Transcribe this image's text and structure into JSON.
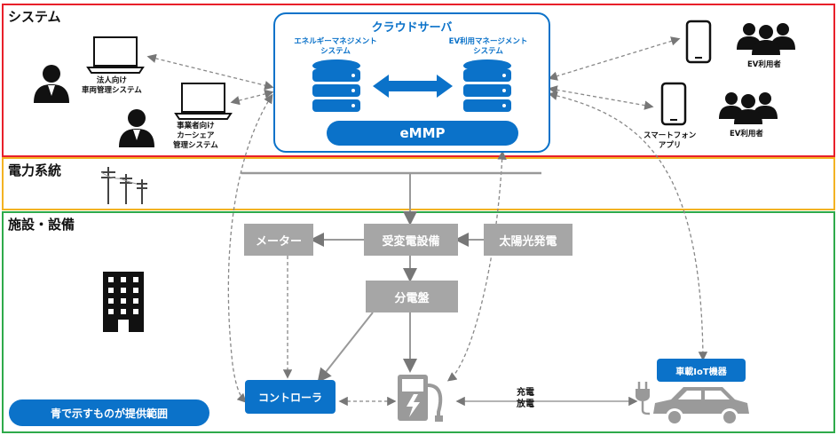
{
  "zones": {
    "system": "システム",
    "grid": "電力系統",
    "facility": "施設・設備"
  },
  "cloud": {
    "title": "クラウドサーバ",
    "ems_label": "エネルギーマネジメント\nシステム",
    "ev_ms_label": "EV利用マネージメント\nシステム",
    "emmp": "eMMP"
  },
  "left_systems": {
    "corporate": "法人向け\n車両管理システム",
    "carshare": "事業者向け\nカーシェア\n管理システム"
  },
  "right_users": {
    "ev_user_top": "EV利用者",
    "ev_user_bottom": "EV利用者",
    "smartphone_app": "スマートフォン\nアプリ"
  },
  "facility": {
    "meter": "メーター",
    "substation": "受変電設備",
    "solar": "太陽光発電",
    "distribution": "分電盤",
    "controller": "コントローラ",
    "iot": "車載IoT機器",
    "charge_discharge": "充電\n放電",
    "legend": "青で示すものが提供範囲"
  },
  "colors": {
    "system_border": "#e8202a",
    "grid_border": "#f3b222",
    "facility_border": "#2eaa4a",
    "blue": "#0b72c9",
    "gray": "#a6a6a6"
  },
  "icons": [
    "laptop-icon",
    "businessman-icon",
    "database-icon",
    "smartphone-icon",
    "users-icon",
    "power-pole-icon",
    "building-icon",
    "ev-charger-icon",
    "car-icon",
    "plug-icon"
  ]
}
